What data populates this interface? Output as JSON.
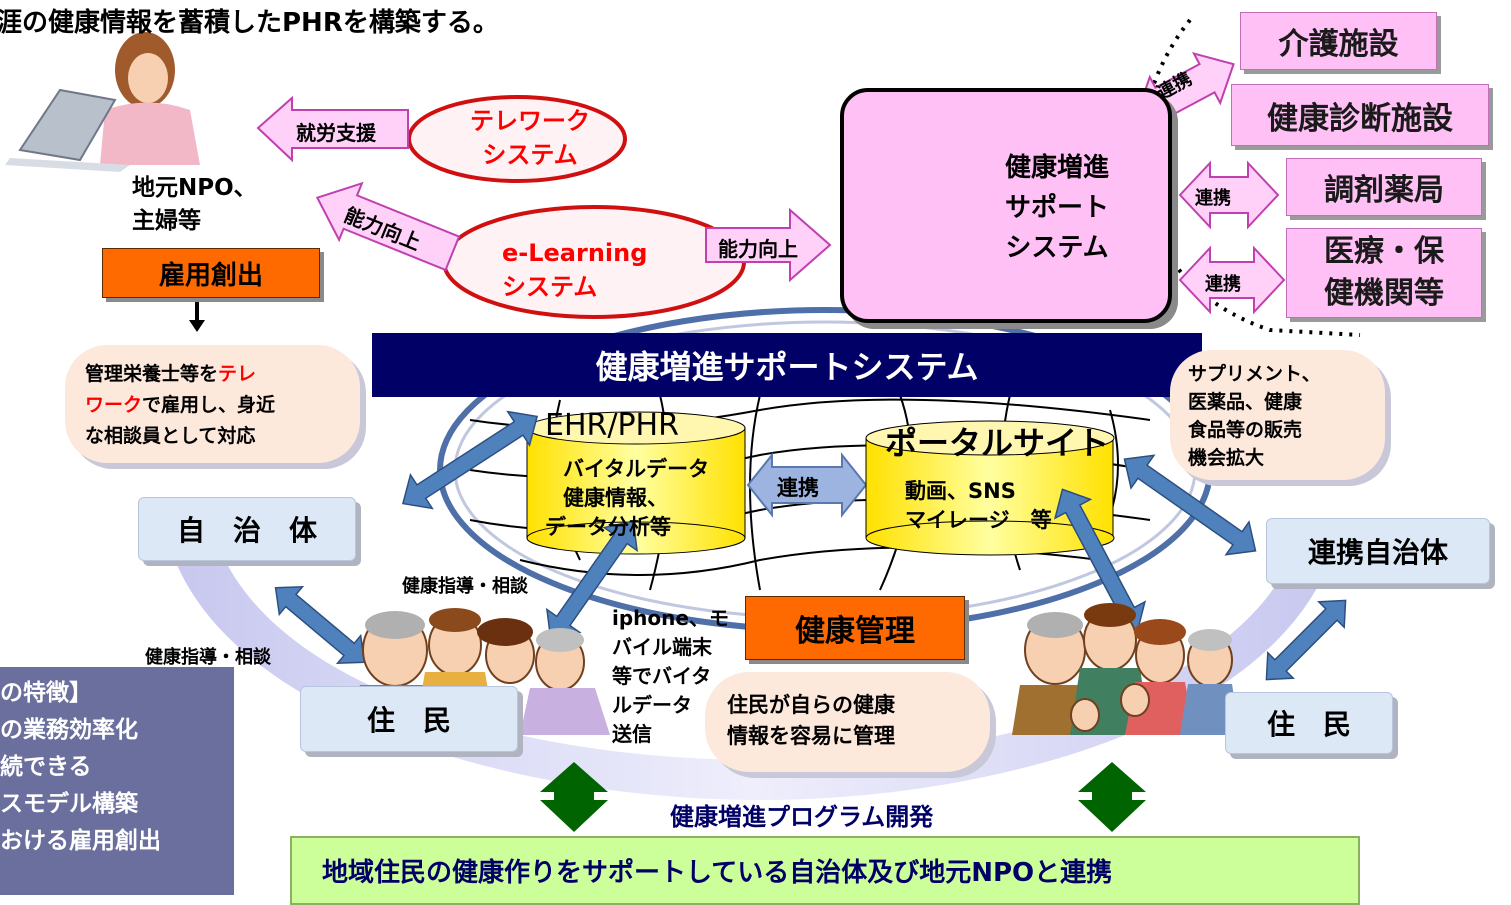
{
  "header": {
    "title": "生涯の健康情報を蓄積したPHRを構築する。"
  },
  "left_person": {
    "label_line1": "地元NPO、",
    "label_line2": "主婦等"
  },
  "arrows": {
    "job_support": "就労支援",
    "skill_up_left": "能力向上",
    "skill_up_right": "能力向上",
    "coop_1": "連携",
    "coop_2": "連携",
    "coop_3": "連携",
    "coop_center": "連携"
  },
  "telework": {
    "line1": "テレワーク",
    "line2": "システム"
  },
  "elearning": {
    "line1": "e-Learning",
    "line2": "システム"
  },
  "employment": {
    "label": "雇用創出"
  },
  "nutritionist": {
    "pre": "管理栄養士等を",
    "highlight1": "テレ",
    "highlight2": "ワーク",
    "post": "で雇用し、身近",
    "line3": "な相談員として対応"
  },
  "support_system": {
    "line1": "健康増進",
    "line2": "サポート",
    "line3": "システム"
  },
  "facilities": {
    "care": "介護施設",
    "checkup": "健康診断施設",
    "pharmacy": "調剤薬局",
    "medical_line1": "医療・保",
    "medical_line2": "健機関等"
  },
  "banner": {
    "title": "健康増進サポートシステム"
  },
  "supplements": {
    "line1": "サプリメント、",
    "line2": "医薬品、健康",
    "line3": "食品等の販売",
    "line4": "機会拡大"
  },
  "ehr": {
    "title": "EHR/PHR",
    "line1": "バイタルデータ",
    "line2": "健康情報、",
    "line3": "データ分析等"
  },
  "portal": {
    "title": "ポータルサイト",
    "line1": "動画、SNS",
    "line2": "マイレージ　等"
  },
  "municipality": {
    "label": "自　治　体"
  },
  "partner_municipality": {
    "label": "連携自治体"
  },
  "health_guidance_1": "健康指導・相談",
  "health_guidance_2": "健康指導・相談",
  "mobile": {
    "line1": "iphone、モ",
    "line2": "バイル端末",
    "line3": "等でバイタ",
    "line4": "ルデータ",
    "line5": "送信"
  },
  "health_mgmt": {
    "label": "健康管理"
  },
  "residents_left": {
    "label": "住　民"
  },
  "residents_right": {
    "label": "住　民"
  },
  "self_manage": {
    "line1": "住民が自らの健康",
    "line2": "情報を容易に管理"
  },
  "features": {
    "line1": "の特徴】",
    "line2": "の業務効率化",
    "line3": "続できる",
    "line4": "スモデル構築",
    "line5": "おける雇用創出"
  },
  "program": {
    "label": "健康増進プログラム開発"
  },
  "bottom": {
    "label": "地域住民の健康作りをサポートしている自治体及び地元NPOと連携"
  },
  "colors": {
    "pink": "#ffc0f5",
    "navy": "#000066",
    "orange": "#ff6a00",
    "green": "#ccff99",
    "red": "#ff0000",
    "dark_green": "#006400",
    "steel_blue": "#4f81bd"
  }
}
